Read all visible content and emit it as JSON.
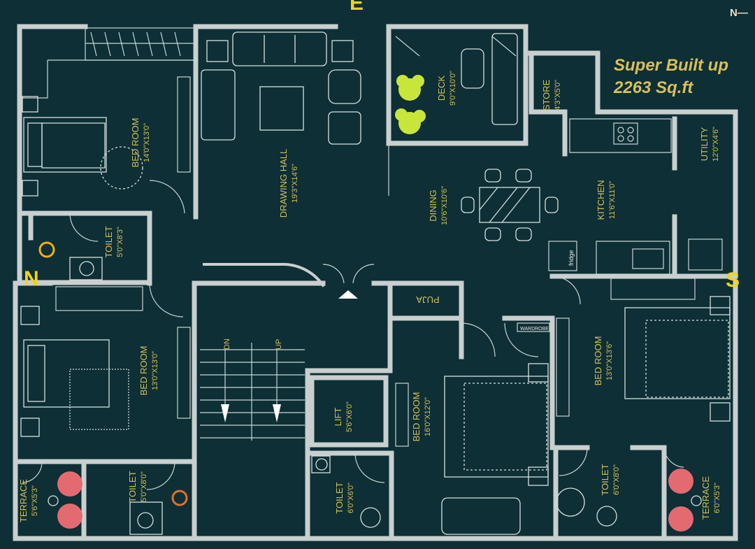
{
  "summary": {
    "line1": "Super Built up",
    "line2": "2263 Sq.ft"
  },
  "north_indicator": "N—",
  "compass": {
    "north": "N",
    "east": "E",
    "south": "S"
  },
  "rooms": [
    {
      "id": "bedroom-master-nw",
      "name": "BED ROOM",
      "dim": "14'0\"X13'0\""
    },
    {
      "id": "drawing-hall",
      "name": "DRAWING HALL",
      "dim": "19'3\"X14'6\""
    },
    {
      "id": "deck",
      "name": "DECK",
      "dim": "9'0\"X10'0\""
    },
    {
      "id": "store",
      "name": "STORE",
      "dim": "4'3\"X5'0\""
    },
    {
      "id": "utility",
      "name": "UTILITY",
      "dim": "12'0\"X4'6\""
    },
    {
      "id": "dining",
      "name": "DINING",
      "dim": "10'6\"X10'6\""
    },
    {
      "id": "kitchen",
      "name": "KITCHEN",
      "dim": "11'6\"X11'0\""
    },
    {
      "id": "toilet-nw",
      "name": "TOILET",
      "dim": "5'0\"X8'3\""
    },
    {
      "id": "bedroom-w",
      "name": "BED ROOM",
      "dim": "13'0\"X13'0\""
    },
    {
      "id": "lift",
      "name": "LIFT",
      "dim": "5'6\"X6'0\""
    },
    {
      "id": "bedroom-s",
      "name": "BED ROOM",
      "dim": "16'0\"X12'0\""
    },
    {
      "id": "bedroom-e",
      "name": "BED ROOM",
      "dim": "13'0\"X13'6\""
    },
    {
      "id": "terrace-w",
      "name": "TERRACE",
      "dim": "5'6\"X5'3\""
    },
    {
      "id": "toilet-sw",
      "name": "TOILET",
      "dim": "5'0\"X8'0\""
    },
    {
      "id": "toilet-s",
      "name": "TOILET",
      "dim": "6'0\"X6'0\""
    },
    {
      "id": "toilet-se",
      "name": "TOILET",
      "dim": "6'0\"X8'0\""
    },
    {
      "id": "terrace-e",
      "name": "TERRACE",
      "dim": "6'0\"X5'3\""
    }
  ],
  "labels": {
    "puja": "PUJA",
    "dn": "DN",
    "up": "UP",
    "fridge": "fridge",
    "wardrobe": "WARDROBE"
  },
  "colors": {
    "background": "#0d2f35",
    "wall": "#c9cfcf",
    "label": "#d8bf5a",
    "compass": "#f2d31b",
    "plants": "#c8e63a",
    "terrace_chairs": "#e46a72"
  }
}
